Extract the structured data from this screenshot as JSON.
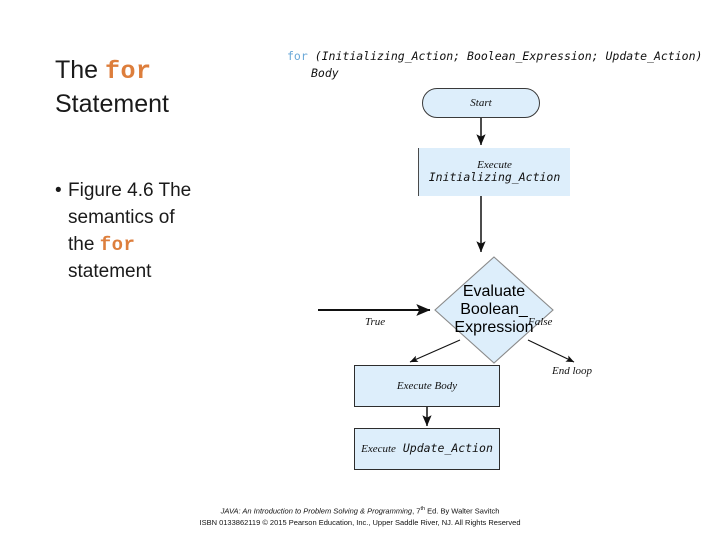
{
  "slide": {
    "title_prefix": "The ",
    "title_keyword": "for",
    "title_suffix": "Statement",
    "bullet": {
      "dot": "•",
      "line1": "Figure 4.6 The",
      "line2": "semantics of",
      "line3_prefix": "the ",
      "line3_keyword": "for",
      "line4": "statement"
    }
  },
  "figure": {
    "code": {
      "keyword": "for",
      "signature": " (Initializing_Action; Boolean_Expression; Update_Action)",
      "body": "Body"
    },
    "nodes": {
      "start": {
        "label": "Start"
      },
      "init": {
        "verb": "Execute",
        "target": "Initializing_Action"
      },
      "decision": {
        "verb": "Evaluate",
        "target_line1": "Boolean_",
        "target_line2": "Expression"
      },
      "body": {
        "label": "Execute Body"
      },
      "update": {
        "verb": "Execute",
        "target": "Update_Action"
      }
    },
    "edges": {
      "true_label": "True",
      "false_label": "False",
      "end_loop_label": "End loop"
    },
    "colors": {
      "node_fill": "#ddeefb",
      "node_stroke": "#2d2d2d",
      "code_keyword": "#6AA8D8",
      "slide_keyword": "#DD7E3C"
    }
  },
  "footer": {
    "line1_title": "JAVA: An Introduction to Problem Solving & Programming",
    "line1_sep": ", ",
    "line1_edition_num": "7",
    "line1_edition_sup": "th",
    "line1_edition_rest": " Ed. By Walter Savitch",
    "line2": "ISBN 0133862119 © 2015 Pearson Education, Inc., Upper Saddle River, NJ. All Rights Reserved"
  }
}
